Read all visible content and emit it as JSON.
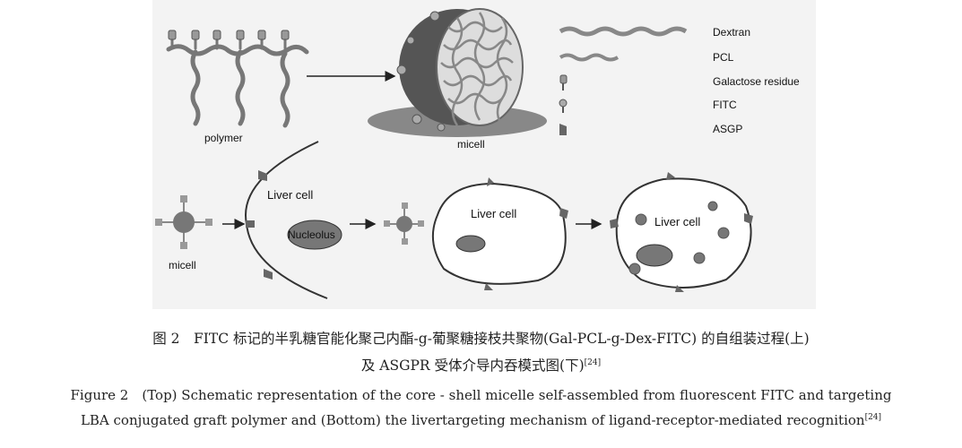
{
  "figure": {
    "labels": {
      "polymer": "polymer",
      "micell_top": "micell",
      "micell_bottom": "micell",
      "liver_cell_1": "Liver cell",
      "liver_cell_2": "Liver cell",
      "liver_cell_3": "Liver cell",
      "nucleolus": "Nucleolus"
    },
    "legend": [
      {
        "icon": "dextran-chain-icon",
        "label": "Dextran"
      },
      {
        "icon": "pcl-chain-icon",
        "label": "PCL"
      },
      {
        "icon": "galactose-residue-icon",
        "label": "Galactose residue"
      },
      {
        "icon": "fitc-icon",
        "label": "FITC"
      },
      {
        "icon": "asgp-receptor-icon",
        "label": "ASGP"
      }
    ]
  },
  "caption": {
    "cn_line1": "图 2　FITC 标记的半乳糖官能化聚己内酯-g-葡聚糖接枝共聚物(Gal-PCL-g-Dex-FITC) 的自组装过程(上)",
    "cn_line2": "及 ASGPR 受体介导内吞模式图(下)",
    "cn_ref": "[24]",
    "en_line1": "Figure 2　(Top) Schematic representation of the core - shell micelle self-assembled from fluorescent FITC and targeting",
    "en_line2": "LBA conjugated graft polymer and (Bottom) the livertargeting mechanism of ligand-receptor-mediated recognition",
    "en_ref": "[24]"
  }
}
